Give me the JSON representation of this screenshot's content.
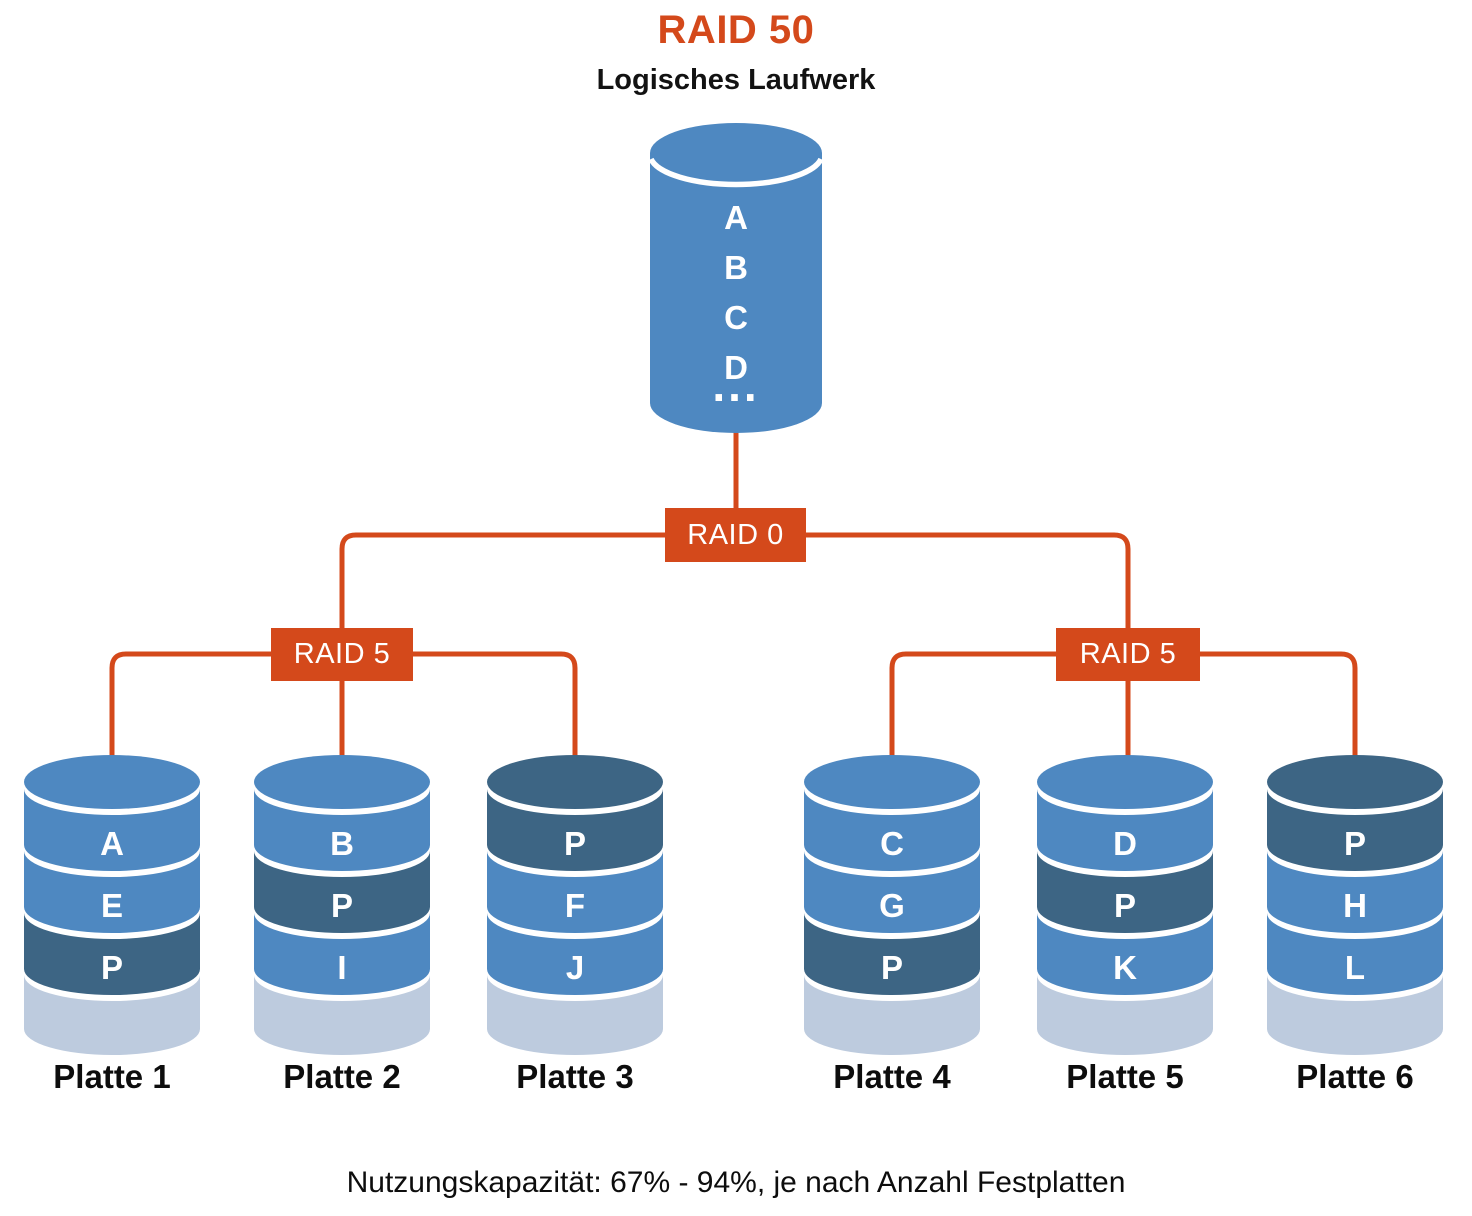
{
  "title": "RAID 50",
  "subtitle": "Logisches Laufwerk",
  "logical_drive": {
    "blocks": [
      "A",
      "B",
      "C",
      "D",
      "..."
    ]
  },
  "nodes": {
    "raid0": "RAID 0",
    "raid5_left": "RAID 5",
    "raid5_right": "RAID 5"
  },
  "disks": [
    {
      "label": "Platte 1",
      "segments": [
        {
          "letter": "A",
          "type": "data"
        },
        {
          "letter": "E",
          "type": "data"
        },
        {
          "letter": "P",
          "type": "parity"
        }
      ]
    },
    {
      "label": "Platte 2",
      "segments": [
        {
          "letter": "B",
          "type": "data"
        },
        {
          "letter": "P",
          "type": "parity"
        },
        {
          "letter": "I",
          "type": "data"
        }
      ]
    },
    {
      "label": "Platte 3",
      "segments": [
        {
          "letter": "P",
          "type": "parity"
        },
        {
          "letter": "F",
          "type": "data"
        },
        {
          "letter": "J",
          "type": "data"
        }
      ]
    },
    {
      "label": "Platte 4",
      "segments": [
        {
          "letter": "C",
          "type": "data"
        },
        {
          "letter": "G",
          "type": "data"
        },
        {
          "letter": "P",
          "type": "parity"
        }
      ]
    },
    {
      "label": "Platte 5",
      "segments": [
        {
          "letter": "D",
          "type": "data"
        },
        {
          "letter": "P",
          "type": "parity"
        },
        {
          "letter": "K",
          "type": "data"
        }
      ]
    },
    {
      "label": "Platte 6",
      "segments": [
        {
          "letter": "P",
          "type": "parity"
        },
        {
          "letter": "H",
          "type": "data"
        },
        {
          "letter": "L",
          "type": "data"
        }
      ]
    }
  ],
  "caption": "Nutzungskapazität: 67% - 94%, je nach Anzahl Festplatten",
  "colors": {
    "accent_orange": "#d4491b",
    "disk_blue": "#4e88c1",
    "parity_blue": "#3d6584",
    "reflection_blue": "#bdcbde",
    "text_black": "#0d0d0d",
    "letter_white": "#ffffff"
  }
}
